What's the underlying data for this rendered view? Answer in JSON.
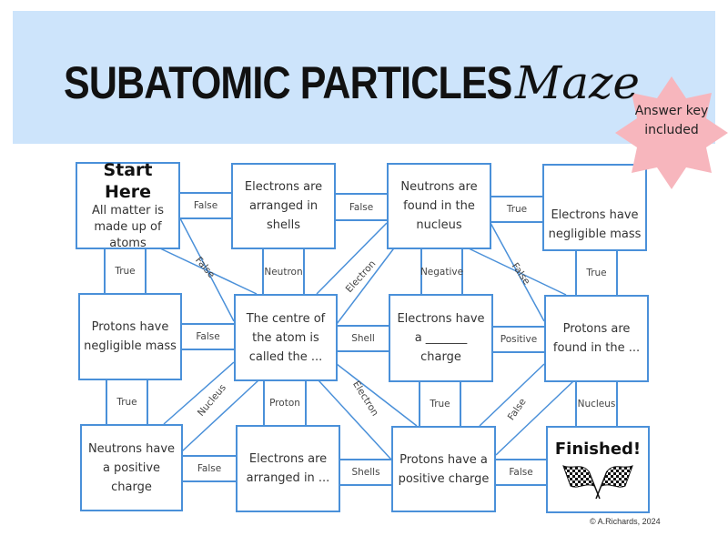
{
  "header": {
    "title": "SUBATOMIC PARTICLES",
    "title_script": "Maze",
    "background": "#cde4fb"
  },
  "badge": {
    "text": "Answer key included",
    "color": "#f7b6bd"
  },
  "accent": "#4a90d9",
  "boxes": {
    "r1c1_title": "Start Here",
    "r1c1": "All matter is made up of atoms",
    "r1c2": "Electrons are arranged in shells",
    "r1c3": "Neutrons are found in the nucleus",
    "r1c4": "Electrons have negligible mass",
    "r2c1": "Protons have negligible mass",
    "r2c2": "The centre of the atom is called the ...",
    "r2c3": "Electrons have a _______ charge",
    "r2c4": "Protons are found in the ...",
    "r3c1": "Neutrons have a positive charge",
    "r3c2": "Electrons are arranged in ...",
    "r3c3": "Protons have a positive charge",
    "r3c4": "Finished!"
  },
  "connectors": {
    "h_r1_12": "False",
    "h_r1_23": "False",
    "h_r1_34": "True",
    "h_r2_12": "False",
    "h_r2_23": "Shell",
    "h_r2_34": "Positive",
    "h_r3_12": "False",
    "h_r3_23": "Shells",
    "h_r3_34": "False",
    "v_c1_12": "True",
    "v_c1_23": "True",
    "v_c2_12": "Neutron",
    "v_c2_23": "Proton",
    "v_c3_12": "Negative",
    "v_c3_23": "True",
    "v_c4_12": "True",
    "v_c4_23": "Nucleus",
    "d1": "False",
    "d2": "Electron",
    "d3": "False",
    "d4": "Nucleus",
    "d5": "Electron",
    "d6": "False"
  },
  "credit": "© A.Richards, 2024"
}
